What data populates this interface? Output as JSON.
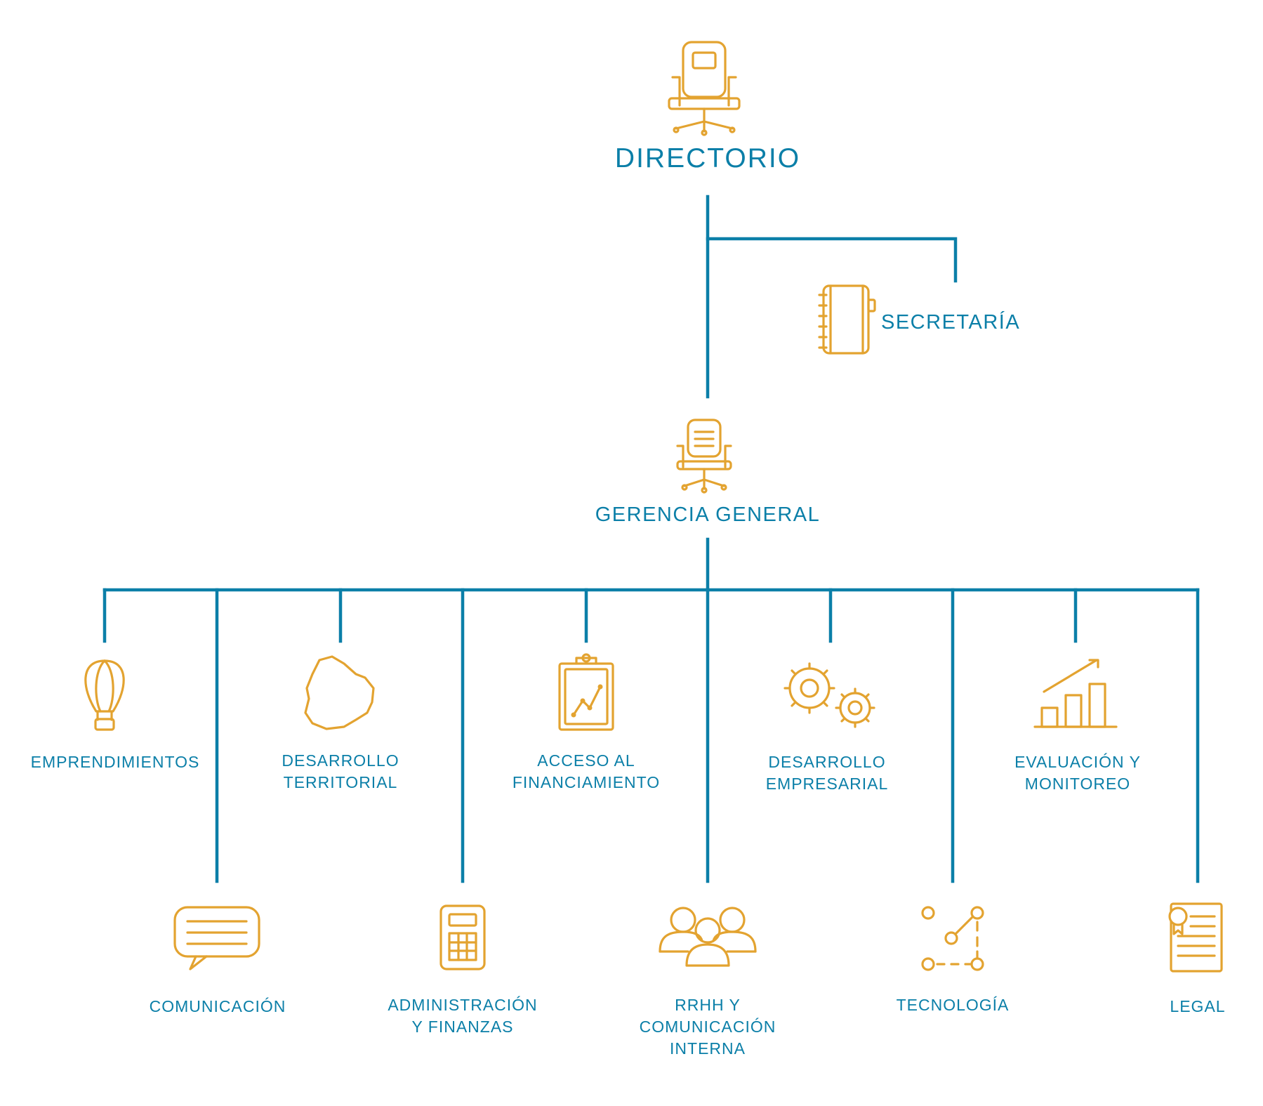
{
  "nodes": {
    "directorio": "DIRECTORIO",
    "secretaria": "SECRETARÍA",
    "gerencia_general": "GERENCIA GENERAL",
    "emprendimientos": "EMPRENDIMIENTOS",
    "comunicacion": "COMUNICACIÓN",
    "desarrollo_territorial": "DESARROLLO\nTERRITORIAL",
    "administracion_finanzas": "ADMINISTRACIÓN\nY FINANZAS",
    "acceso_financiamiento": "ACCESO AL\nFINANCIAMIENTO",
    "rrhh": "RRHH Y\nCOMUNICACIÓN\nINTERNA",
    "desarrollo_empresarial": "DESARROLLO\nEMPRESARIAL",
    "tecnologia": "TECNOLOGÍA",
    "evaluacion_monitoreo": "EVALUACIÓN Y\nMONITOREO",
    "legal": "LEGAL"
  },
  "icons": {
    "directorio": "office-chair-icon",
    "secretaria": "notebook-icon",
    "gerencia_general": "office-chair-icon",
    "emprendimientos": "hot-air-balloon-icon",
    "comunicacion": "speech-bubble-icon",
    "desarrollo_territorial": "uruguay-map-icon",
    "administracion_finanzas": "calculator-icon",
    "acceso_financiamiento": "clipboard-chart-icon",
    "rrhh": "people-group-icon",
    "desarrollo_empresarial": "gears-icon",
    "tecnologia": "network-nodes-icon",
    "evaluacion_monitoreo": "growth-bar-chart-icon",
    "legal": "certificate-document-icon"
  },
  "colors": {
    "line": "#0b7fa8",
    "text": "#0b7fa8",
    "icon": "#e3a330"
  }
}
